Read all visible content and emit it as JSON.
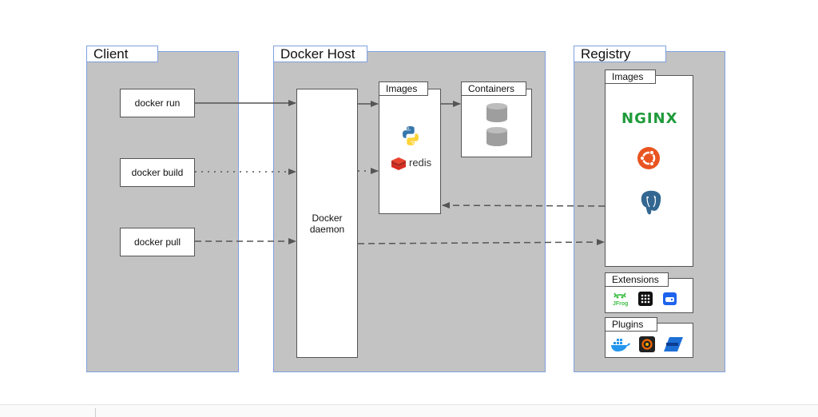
{
  "client": {
    "title": "Client",
    "commands": [
      "docker run",
      "docker build",
      "docker pull"
    ]
  },
  "host": {
    "title": "Docker Host",
    "daemon_label": "Docker\ndaemon",
    "images_label": "Images",
    "containers_label": "Containers",
    "redis_label": "redis"
  },
  "registry": {
    "title": "Registry",
    "images_label": "Images",
    "nginx_label": "NGINX",
    "extensions_label": "Extensions",
    "jfrog_label": "JFrog",
    "plugins_label": "Plugins"
  },
  "colors": {
    "panel_bg": "#c3c3c3",
    "panel_border": "#7fa0e0",
    "arrow": "#555555",
    "nginx_green": "#1f9a3a",
    "ubuntu_orange": "#e95420",
    "redis_red": "#d82c20",
    "docker_blue": "#2496ed"
  }
}
